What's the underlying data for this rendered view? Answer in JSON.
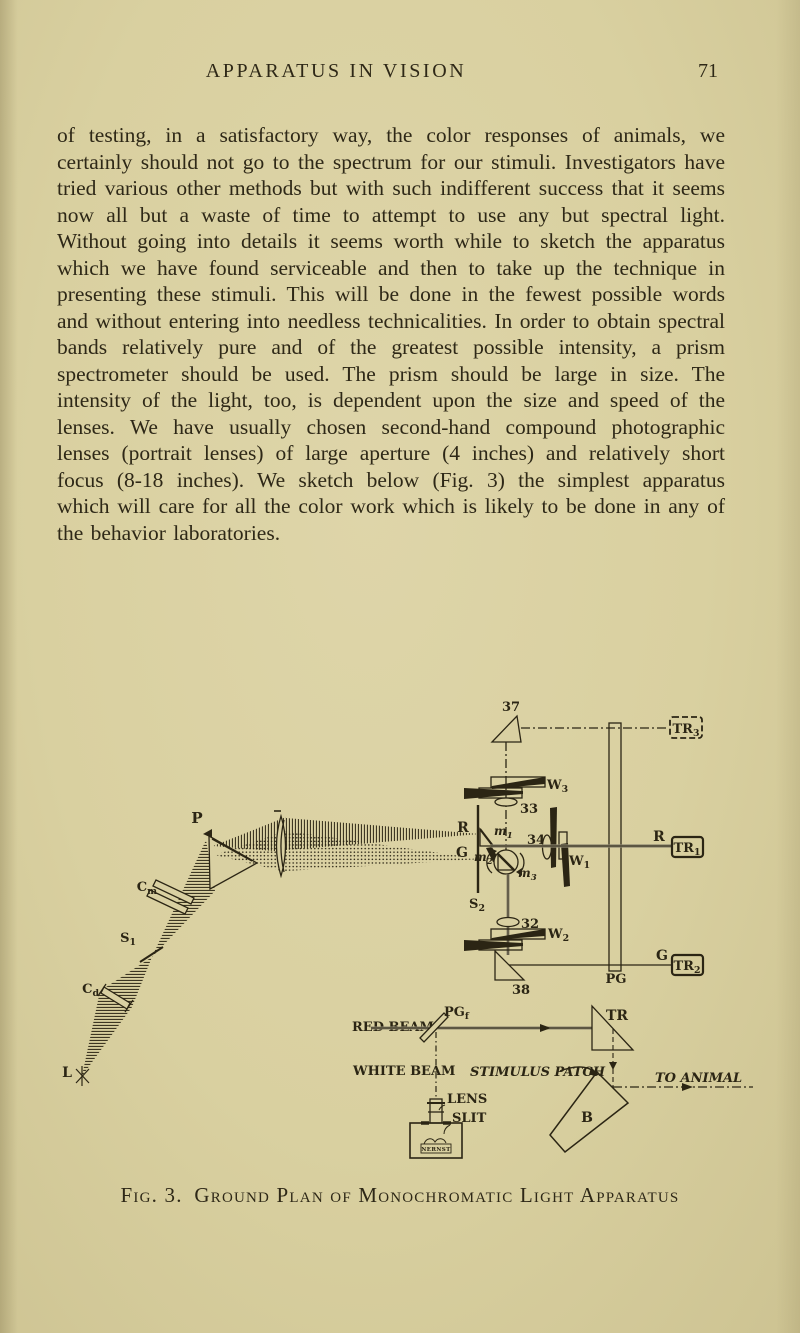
{
  "page": {
    "header": {
      "title": "APPARATUS IN VISION",
      "page_number": "71"
    },
    "body_text": "of testing, in a satisfactory way, the color responses of animals, we certainly should not go to the spectrum for our stimuli. Investigators have tried various other methods but with such indifferent success that it seems now all but a waste of time to attempt to use any but spectral light. Without going into details it seems worth while to sketch the apparatus which we have found serviceable and then to take up the technique in presenting these stimuli. This will be done in the fewest possible words and without entering into needless technicalities. In order to obtain spectral bands relatively pure and of the greatest possible intensity, a prism spectrometer should be used. The prism should be large in size. The intensity of the light, too, is dependent upon the size and speed of the lenses. We have usually chosen second-hand compound photographic lenses (portrait lenses) of large aperture (4 inches) and relatively short focus (8-18 inches). We sketch below (Fig. 3) the simplest apparatus which will care for all the color work which is likely to be done in any of the behavior laboratories.",
    "caption": "Fig. 3. Ground Plan of Monochromatic Light Apparatus"
  },
  "figure": {
    "labels": {
      "n37": "37",
      "tr3": "TR_3",
      "w3": "W_3",
      "n33": "33",
      "p": "P",
      "cm": "C_m",
      "s1": "S_1",
      "cd": "C_d",
      "lamp": "L",
      "r_left": "R",
      "g_left": "G",
      "m1": "m_1",
      "m2": "m_2",
      "m3": "m_3",
      "n34": "34",
      "w1": "W_1",
      "s2": "S_2",
      "r_right": "R",
      "tr1": "TR_1",
      "pg": "PG",
      "n32": "32",
      "w2": "W_2",
      "n38": "38",
      "g_right": "G",
      "tr2": "TR_2",
      "red_beam": "RED BEAM",
      "pgf": "PG_f",
      "white_beam": "WHITE BEAM",
      "stimulus_patch": "STIMULUS PATCH",
      "tr": "TR",
      "to_animal": "TO ANIMAL",
      "lens": "LENS",
      "slit": "SLIT",
      "b": "B",
      "nernst": "NERNST"
    }
  },
  "colors": {
    "paper": "#d9d0a2",
    "ink": "#2b2514",
    "beam_gray": "#8d8670"
  }
}
